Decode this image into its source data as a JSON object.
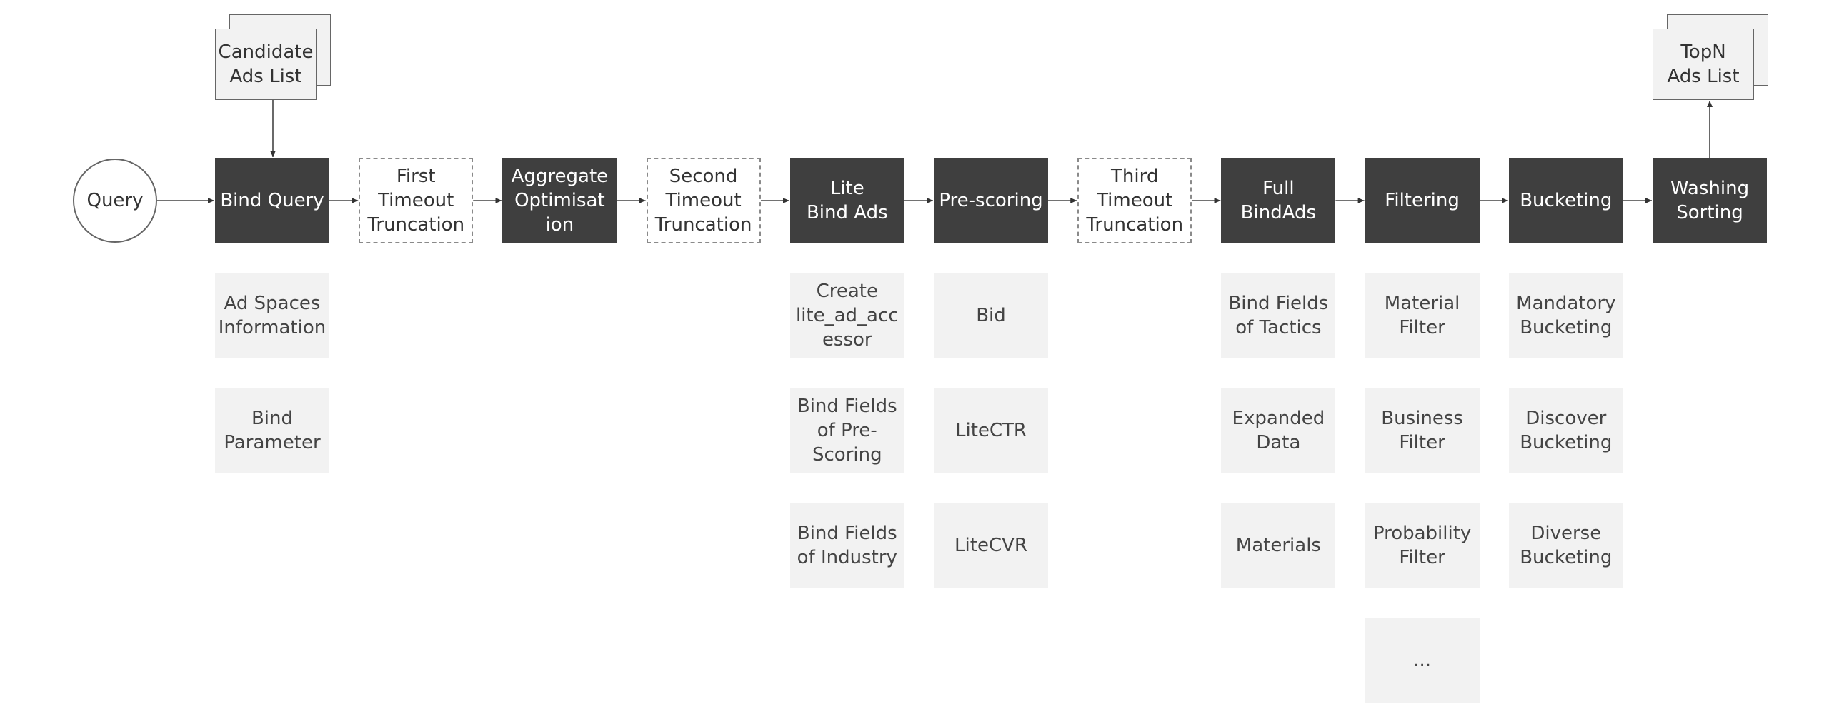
{
  "diagram": {
    "start": "Query",
    "candidate_list": "Candidate\nAds List",
    "result_list": "TopN\nAds List",
    "stages": [
      {
        "label": "Bind Query",
        "style": "solid",
        "details": [
          "Ad Spaces\nInformation",
          "Bind\nParameter"
        ]
      },
      {
        "label": "First\nTimeout\nTruncation",
        "style": "dashed",
        "details": []
      },
      {
        "label": "Aggregate\nOptimisat\nion",
        "style": "solid",
        "details": []
      },
      {
        "label": "Second\nTimeout\nTruncation",
        "style": "dashed",
        "details": []
      },
      {
        "label": "Lite\nBind Ads",
        "style": "solid",
        "details": [
          "Create\nlite_ad_acc\nessor",
          "Bind Fields\nof Pre-\nScoring",
          "Bind Fields\nof Industry"
        ]
      },
      {
        "label": "Pre-scoring",
        "style": "solid",
        "details": [
          "Bid",
          "LiteCTR",
          "LiteCVR"
        ]
      },
      {
        "label": "Third\nTimeout\nTruncation",
        "style": "dashed",
        "details": []
      },
      {
        "label": "Full\nBindAds",
        "style": "solid",
        "details": [
          "Bind Fields\nof Tactics",
          "Expanded\nData",
          "Materials"
        ]
      },
      {
        "label": "Filtering",
        "style": "solid",
        "details": [
          "Material\nFilter",
          "Business\nFilter",
          "Probability\nFilter",
          "..."
        ]
      },
      {
        "label": "Bucketing",
        "style": "solid",
        "details": [
          "Mandatory\nBucketing",
          "Discover\nBucketing",
          "Diverse\nBucketing"
        ]
      },
      {
        "label": "Washing\nSorting",
        "style": "solid",
        "details": []
      }
    ]
  }
}
